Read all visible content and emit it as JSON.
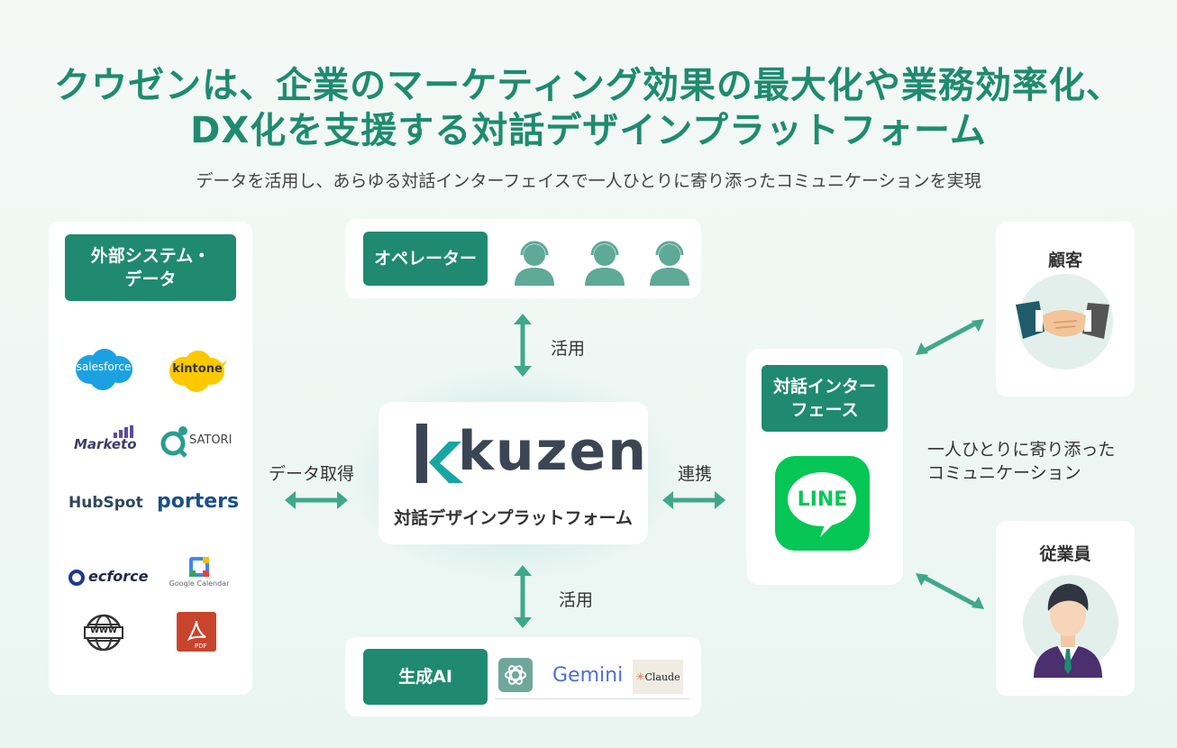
{
  "header": {
    "title_line1": "クウゼンは、企業のマーケティング効果の最大化や業務効率化、",
    "title_line2": "DX化を支援する対話デザインプラットフォーム",
    "subtitle": "データを活用し、あらゆる対話インターフェイスで一人ひとりに寄り添ったコミュニケーションを実現"
  },
  "external": {
    "tag": "外部システム・データ",
    "tag_line1": "外部システム・",
    "tag_line2": "データ",
    "logos": {
      "salesforce": "salesforce",
      "kintone": "kintone",
      "marketo": "Marketo",
      "satori": "SATORI",
      "hubspot": "HubSpot",
      "porters": "porters",
      "ecforce": "ecforce",
      "google_calendar": "Google Calendar",
      "www": "WWW",
      "pdf": "PDF"
    }
  },
  "operator": {
    "tag": "オペレーター"
  },
  "center": {
    "logo": "kuzen",
    "caption": "対話デザインプラットフォーム"
  },
  "connectors": {
    "top": "活用",
    "bottom": "活用",
    "left": "データ取得",
    "right": "連携"
  },
  "genai": {
    "tag": "生成AI",
    "gemini": "Gemini",
    "claude": "Claude"
  },
  "interface": {
    "tag_line1": "対話インター",
    "tag_line2": "フェース",
    "line_logo": "LINE"
  },
  "customer": {
    "label": "顧客"
  },
  "employee": {
    "label": "従業員"
  },
  "message": {
    "line1": "一人ひとりに寄り添った",
    "line2": "コミュニケーション"
  },
  "colors": {
    "brand_green": "#1f8a70",
    "title_green": "#1e8b6f",
    "arrow": "#3fa88a",
    "line_green": "#06c755"
  }
}
